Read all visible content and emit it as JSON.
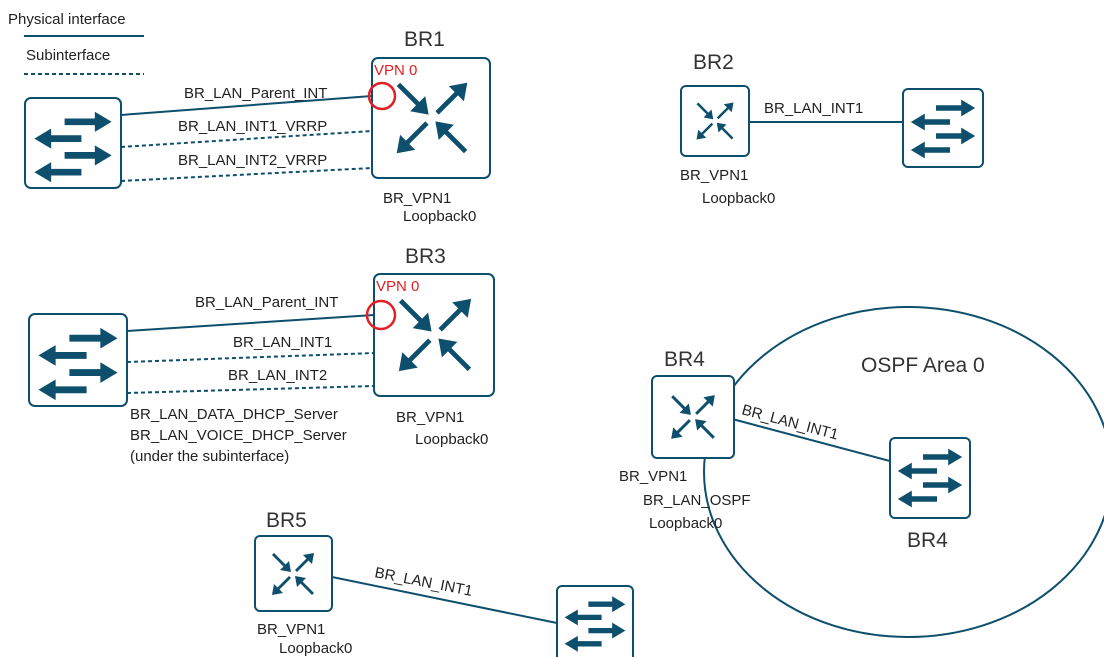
{
  "legend": {
    "physical": "Physical interface",
    "sub": "Subinterface"
  },
  "br1": {
    "title": "BR1",
    "vpn": "VPN 0",
    "parent": "BR_LAN_Parent_INT",
    "int1": "BR_LAN_INT1_VRRP",
    "int2": "BR_LAN_INT2_VRRP",
    "vpn1": "BR_VPN1",
    "loopback": "Loopback0"
  },
  "br2": {
    "title": "BR2",
    "int1": "BR_LAN_INT1",
    "vpn1": "BR_VPN1",
    "loopback": "Loopback0"
  },
  "br3": {
    "title": "BR3",
    "vpn": "VPN 0",
    "parent": "BR_LAN_Parent_INT",
    "int1": "BR_LAN_INT1",
    "int2": "BR_LAN_INT2",
    "dhcp_data": "BR_LAN_DATA_DHCP_Server",
    "dhcp_voice": "BR_LAN_VOICE_DHCP_Server",
    "dhcp_note": "(under the subinterface)",
    "vpn1": "BR_VPN1",
    "loopback": "Loopback0"
  },
  "br4": {
    "title": "BR4",
    "area": "OSPF Area 0",
    "int1": "BR_LAN_INT1",
    "vpn1": "BR_VPN1",
    "ospf": "BR_LAN_OSPF",
    "loopback": "Loopback0",
    "switch_label": "BR4"
  },
  "br5": {
    "title": "BR5",
    "int1": "BR_LAN_INT1",
    "vpn1": "BR_VPN1",
    "loopback": "Loopback0"
  },
  "colors": {
    "device": "#0d4f6c",
    "vpn": "#e31e24"
  },
  "icons": {
    "router": "router-icon",
    "switch": "switch-icon"
  }
}
